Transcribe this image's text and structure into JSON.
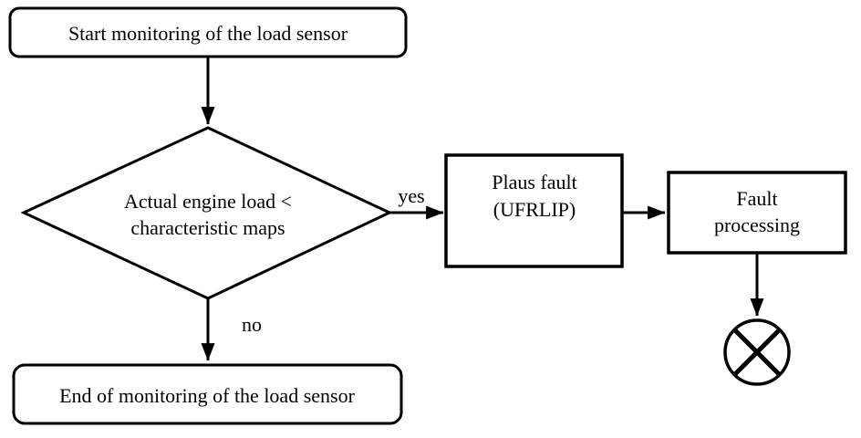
{
  "figure": {
    "background_color": "#ffffff",
    "stroke_color": "#000000",
    "nodes": {
      "start": {
        "label": "Start monitoring of the load sensor"
      },
      "decision": {
        "line1": "Actual engine load <",
        "line2": "characteristic maps"
      },
      "plaus_fault": {
        "line1": "Plaus fault",
        "line2": "(UFRLIP)"
      },
      "fault_processing": {
        "line1": "Fault",
        "line2": "processing"
      },
      "end": {
        "label": "End of monitoring of the load sensor"
      }
    },
    "edge_labels": {
      "yes": "yes",
      "no": "no"
    },
    "edges": [
      {
        "from": "start",
        "to": "decision",
        "label": ""
      },
      {
        "from": "decision",
        "to": "plaus_fault",
        "label": "yes"
      },
      {
        "from": "plaus_fault",
        "to": "fault_processing",
        "label": ""
      },
      {
        "from": "fault_processing",
        "to": "terminator-circle",
        "label": ""
      },
      {
        "from": "decision",
        "to": "end",
        "label": "no"
      }
    ]
  }
}
